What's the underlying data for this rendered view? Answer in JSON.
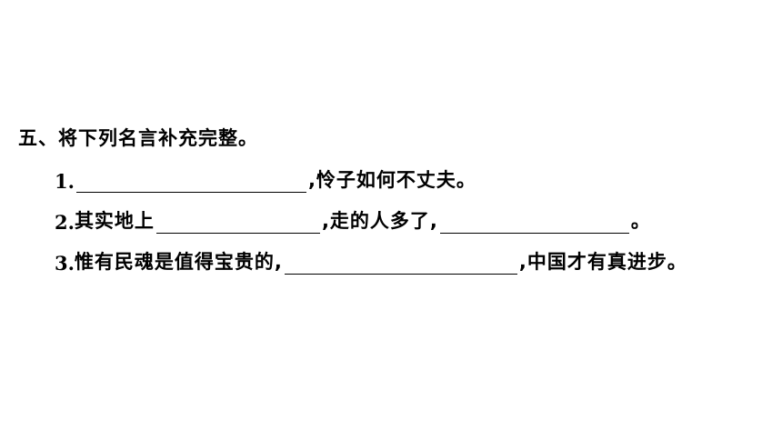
{
  "section": {
    "heading": "五、将下列名言补充完整。"
  },
  "items": [
    {
      "number": "1.",
      "after_blank": ",怜子如何不丈夫。"
    },
    {
      "number": "2.",
      "before_blank": "其实地上",
      "middle": ",走的人多了,",
      "end": "。"
    },
    {
      "number": "3.",
      "before_blank": "惟有民魂是值得宝贵的,",
      "after_blank": ",中国才有真进步。"
    }
  ]
}
